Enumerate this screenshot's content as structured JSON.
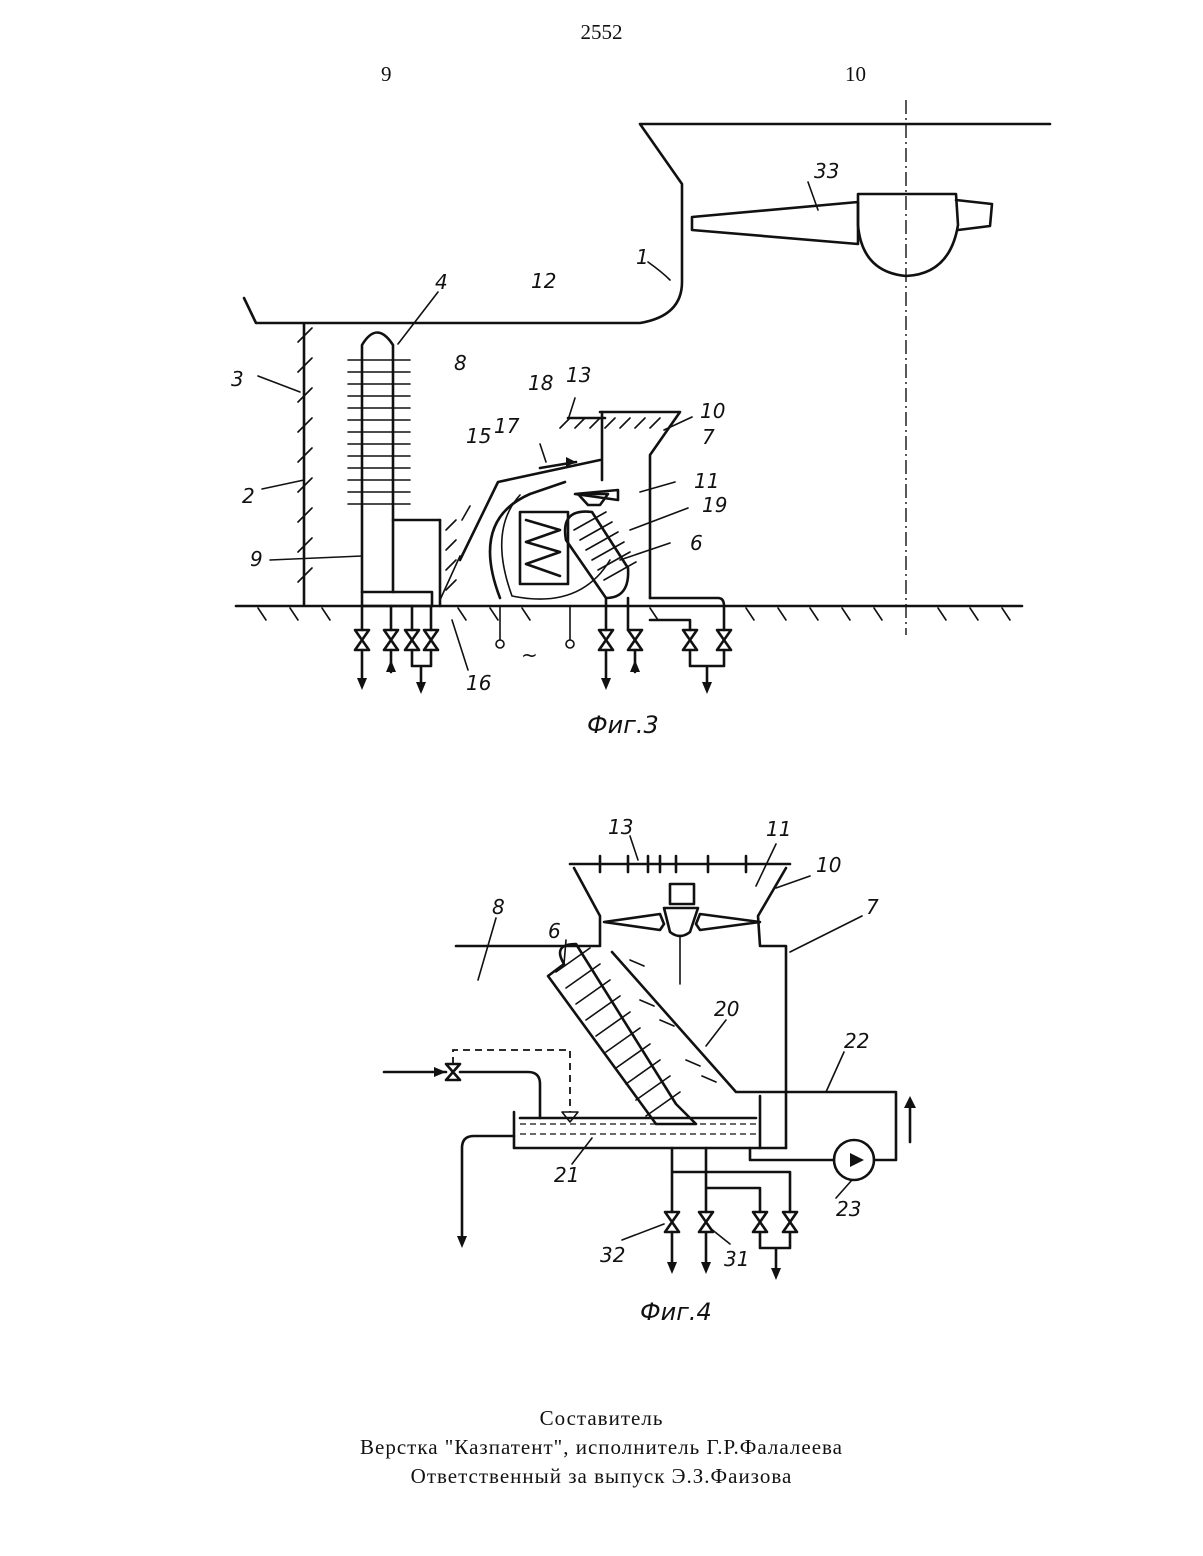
{
  "header": {
    "page_number": "2552",
    "column_left": "9",
    "column_right": "10"
  },
  "figures": [
    {
      "caption": "Фиг.3",
      "labels": [
        "1",
        "2",
        "3",
        "4",
        "6",
        "7",
        "8",
        "9",
        "10",
        "11",
        "12",
        "13",
        "15",
        "16",
        "17",
        "18",
        "19",
        "33",
        "~"
      ]
    },
    {
      "caption": "Фиг.4",
      "labels": [
        "6",
        "7",
        "8",
        "10",
        "11",
        "13",
        "20",
        "21",
        "22",
        "23",
        "31",
        "32"
      ]
    }
  ],
  "footer": {
    "line1": "Составитель",
    "line2": "Верстка \"Казпатент\", исполнитель Г.Р.Фалалеева",
    "line3": "Ответственный за выпуск   Э.З.Фаизова"
  }
}
